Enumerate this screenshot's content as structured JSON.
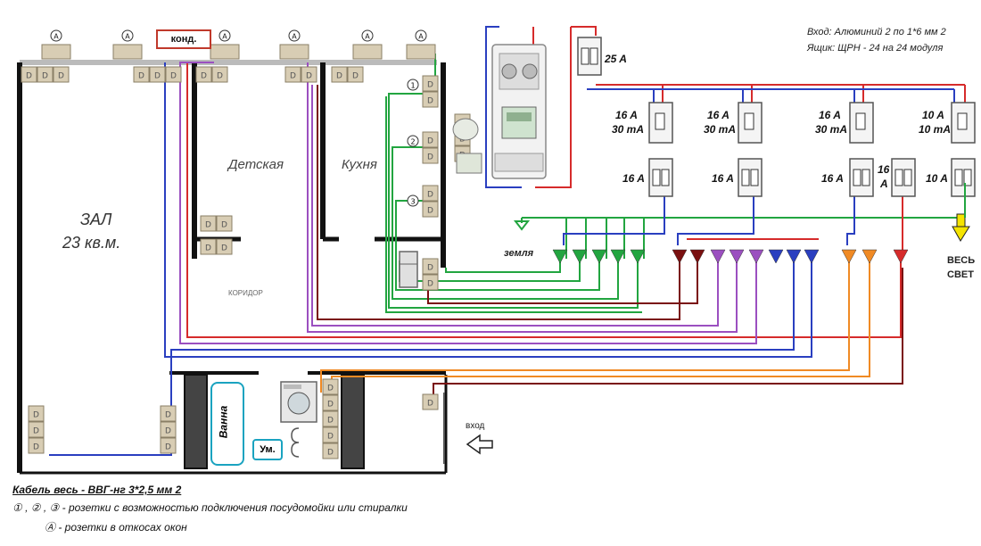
{
  "info": {
    "input_line": "Вход: Алюминий 2 по 1*6 мм 2",
    "box_line": "Ящик: ЩРН - 24 на 24 модуля"
  },
  "rooms": {
    "hall_name": "ЗАЛ",
    "hall_area": "23 кв.м.",
    "kids": "Детская",
    "kitchen": "Кухня",
    "corridor": "коридор",
    "bath": "Ванна",
    "sink": "Ум.",
    "entrance": "вход"
  },
  "labels": {
    "conditioner": "конд.",
    "ground": "земля",
    "all_light_1": "ВЕСЬ",
    "all_light_2": "СВЕТ",
    "window_marker": "A",
    "outlet_marker": "D"
  },
  "panel": {
    "main_breaker": "25 A",
    "rcd": [
      {
        "current": "16 A",
        "leak": "30 mA"
      },
      {
        "current": "16 A",
        "leak": "30 mA"
      },
      {
        "current": "16 A",
        "leak": "30 mA"
      },
      {
        "current": "10 A",
        "leak": "10 mA"
      }
    ],
    "breakers": [
      "16 A",
      "16 A",
      "16 A",
      "16 A",
      "10 A"
    ],
    "extra_breaker_a": "16",
    "extra_breaker_b": "A"
  },
  "legend": {
    "cable": "Кабель весь - ВВГ-нг 3*2,5 мм 2",
    "numbered": "① , ② , ③ - розетки с возможностью подключения посудомойки или стиралки",
    "window": "Ⓐ - розетки в откосах окон"
  },
  "colors": {
    "wall": "#111111",
    "wall_gray": "#bbbbbb",
    "red": "#d62b2b",
    "blue": "#2a3fc0",
    "green": "#22a540",
    "purple": "#9b4fc0",
    "darkred": "#7a1010",
    "orange": "#f08a24",
    "yellow": "#f5e400",
    "outlet": "#d8cdb4"
  }
}
